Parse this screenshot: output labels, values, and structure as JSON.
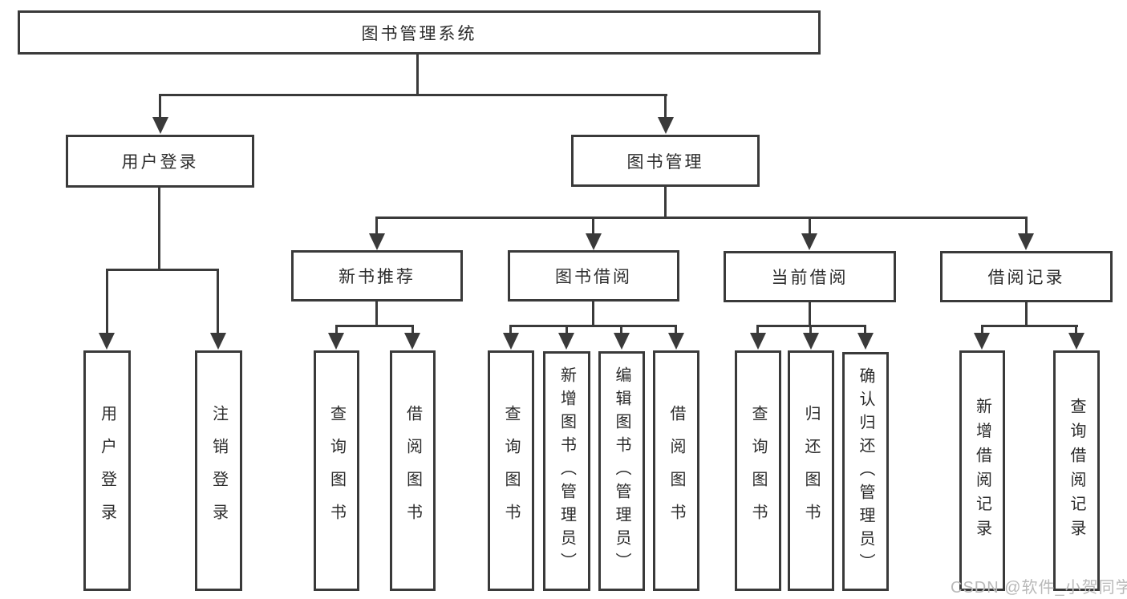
{
  "colors": {
    "line": "#3a3a3a",
    "text": "#2c2c2c",
    "watermark": "#b9b9b9",
    "background": "#ffffff"
  },
  "watermark": {
    "text": "CSDN @软件_小贺同学"
  },
  "tree": {
    "root": "图书管理系统",
    "branches": [
      {
        "label": "用户登录",
        "children": [
          "用户登录",
          "注销登录"
        ]
      },
      {
        "label": "图书管理",
        "modules": [
          {
            "label": "新书推荐",
            "children": [
              "查询图书",
              "借阅图书"
            ]
          },
          {
            "label": "图书借阅",
            "children": [
              "查询图书",
              "新增图书（管理员）",
              "编辑图书（管理员）",
              "借阅图书"
            ]
          },
          {
            "label": "当前借阅",
            "children": [
              "查询图书",
              "归还图书",
              "确认归还（管理员）"
            ]
          },
          {
            "label": "借阅记录",
            "children": [
              "新增借阅记录",
              "查询借阅记录"
            ]
          }
        ]
      }
    ]
  }
}
